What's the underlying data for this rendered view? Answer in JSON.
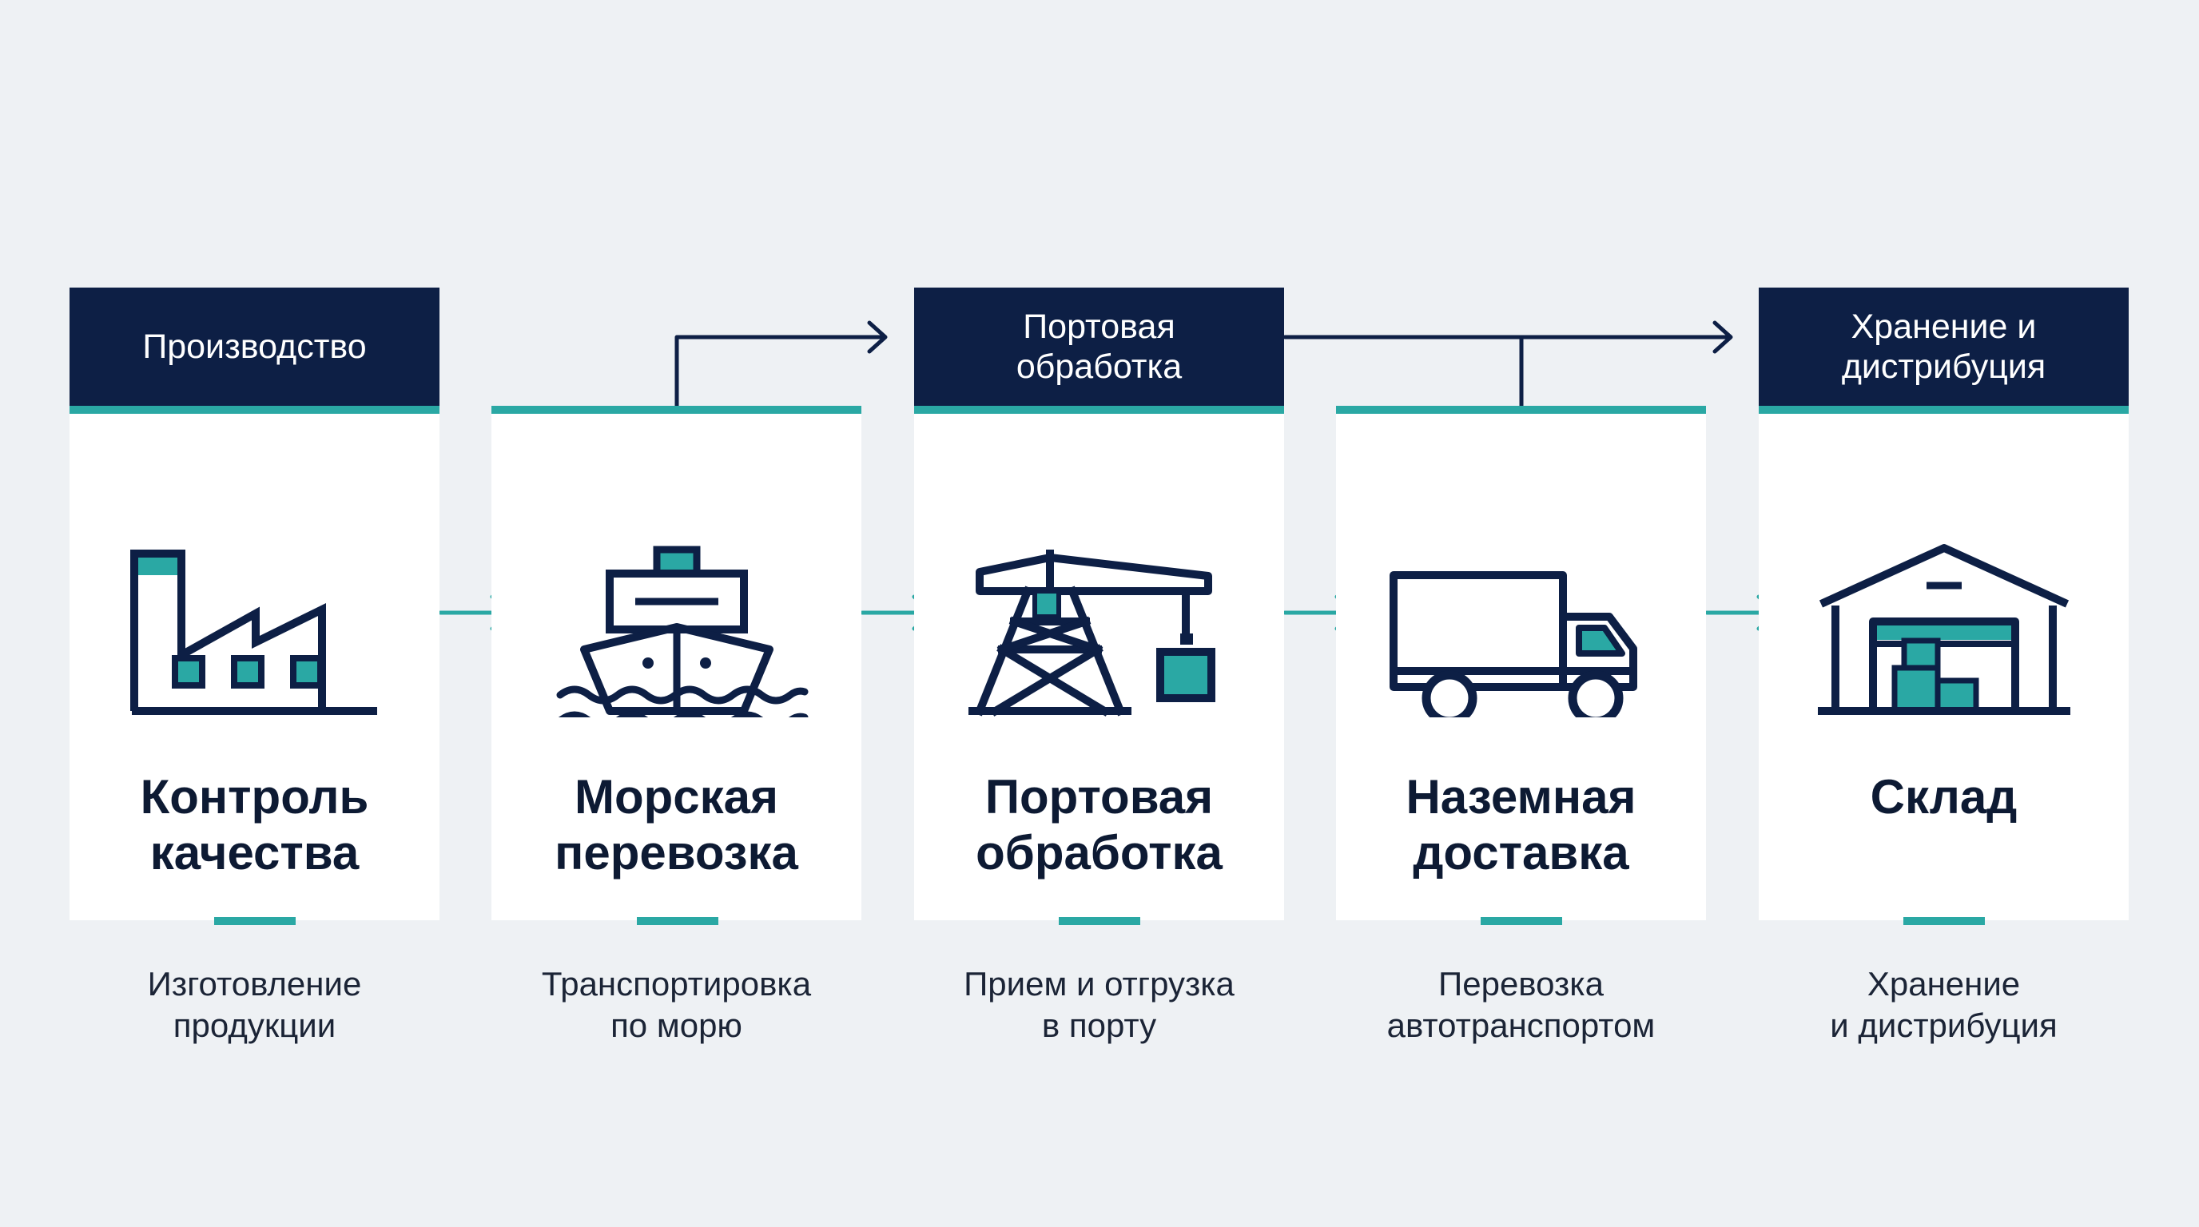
{
  "colors": {
    "navy": "#0d1f45",
    "teal": "#2aa8a4",
    "background": "#eef1f4",
    "card": "#ffffff"
  },
  "stages": [
    {
      "header": "Производство",
      "title": "Контроль\nкачества",
      "icon": "factory-icon",
      "description": "Изготовление\nпродукции"
    },
    {
      "header": "",
      "title": "Морская\nперевозка",
      "icon": "ship-icon",
      "description": "Транспортировка\nпо морю"
    },
    {
      "header": "Портовая\nобработка",
      "title": "Портовая\nобработка",
      "icon": "crane-icon",
      "description": "Прием и отгрузка\nв порту"
    },
    {
      "header": "",
      "title": "Наземная\nдоставка",
      "icon": "truck-icon",
      "description": "Перевозка\nавтотранспортом"
    },
    {
      "header": "Хранение и\nдистрибуция",
      "title": "Склад",
      "icon": "warehouse-icon",
      "description": "Хранение\nи дистрибуция"
    }
  ]
}
